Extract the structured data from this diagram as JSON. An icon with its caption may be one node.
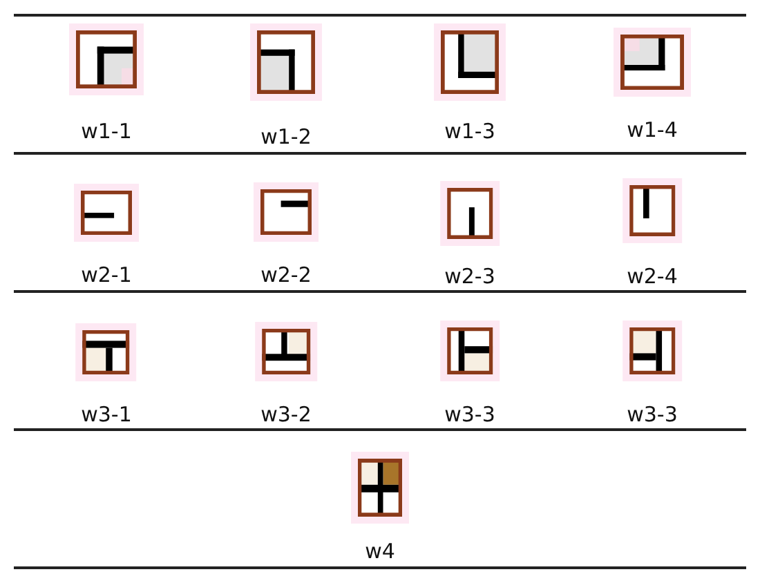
{
  "diagram": {
    "labels": [
      "w1-1",
      "w1-2",
      "w1-3",
      "w1-4",
      "w2-1",
      "w2-2",
      "w2-3",
      "w2-4",
      "w3-1",
      "w3-2",
      "w3-3",
      "w3-3",
      "w4"
    ]
  }
}
